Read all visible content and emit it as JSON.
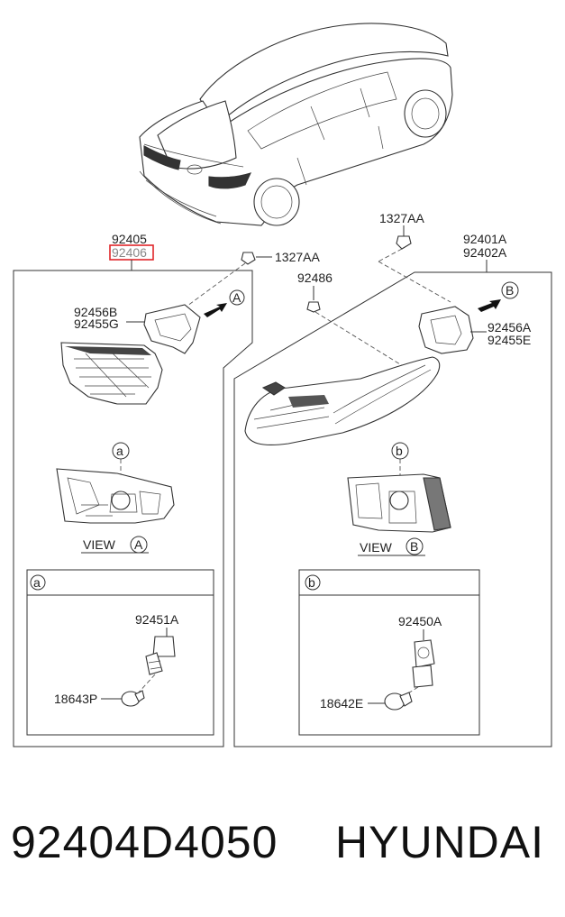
{
  "labels": {
    "main_left_top": "92405",
    "main_left_highlight": "92406",
    "main_right_1": "92401A",
    "main_right_2": "92402A",
    "nut_left": "1327AA",
    "nut_right": "1327AA",
    "bolt": "92486",
    "gasket_left_1": "92456B",
    "gasket_left_2": "92455G",
    "gasket_right_1": "92456A",
    "gasket_right_2": "92455E",
    "socket_left": "92451A",
    "bulb_left": "18643P",
    "socket_right": "92450A",
    "bulb_right": "18642E"
  },
  "markers": {
    "view_a": "A",
    "view_b": "B",
    "detail_a": "a",
    "detail_b": "b"
  },
  "views": {
    "left": "VIEW",
    "right": "VIEW"
  },
  "footer": {
    "part_number": "92404D4050",
    "brand": "HYUNDAI"
  },
  "colors": {
    "highlight_box": "#e0262a"
  }
}
